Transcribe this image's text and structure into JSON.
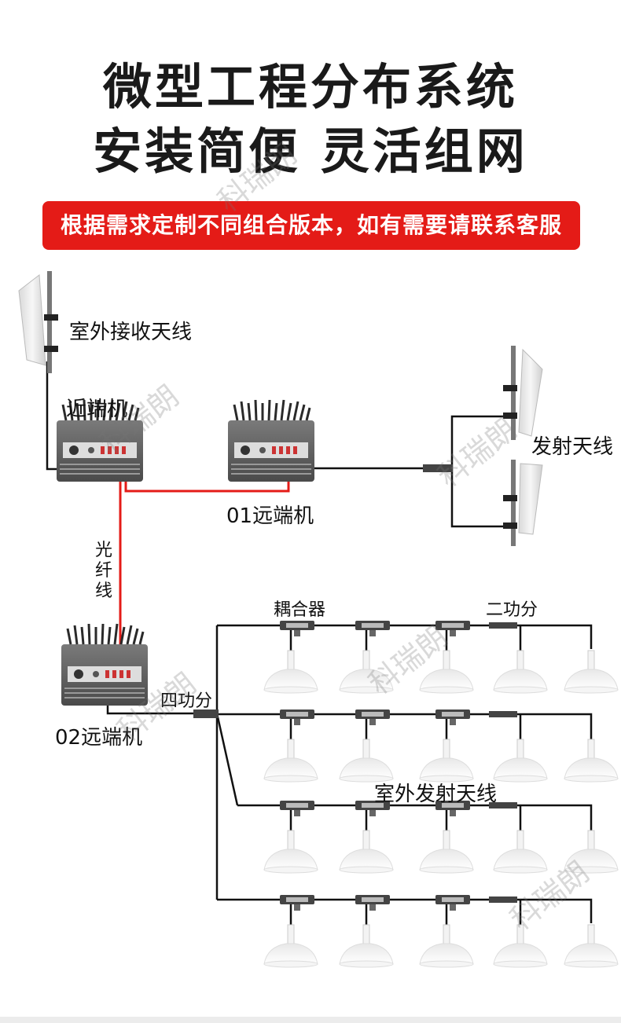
{
  "title": {
    "line1": "微型工程分布系统",
    "line2": "安装简便 灵活组网"
  },
  "banner": "根据需求定制不同组合版本，如有需要请联系客服",
  "labels": {
    "outdoor_receive_antenna": "室外接收天线",
    "near_end_unit": "近端机",
    "remote_01": "01远端机",
    "transmit_antenna": "发射天线",
    "fiber": [
      "光",
      "纤",
      "线"
    ],
    "coupler": "耦合器",
    "two_way_splitter": "二功分",
    "four_way_splitter": "四功分",
    "remote_02": "02远端机",
    "outdoor_transmit_antenna": "室外发射天线"
  },
  "watermark": "科瑞朗",
  "colors": {
    "fiber_line": "#e41b17",
    "cable_line": "#111111",
    "banner_bg": "#e41b17"
  },
  "icons": {
    "panel_antenna": "panel-antenna-icon",
    "repeater": "repeater-unit-icon",
    "ceiling_antenna": "ceiling-antenna-icon",
    "coupler": "coupler-icon",
    "splitter": "splitter-icon"
  }
}
